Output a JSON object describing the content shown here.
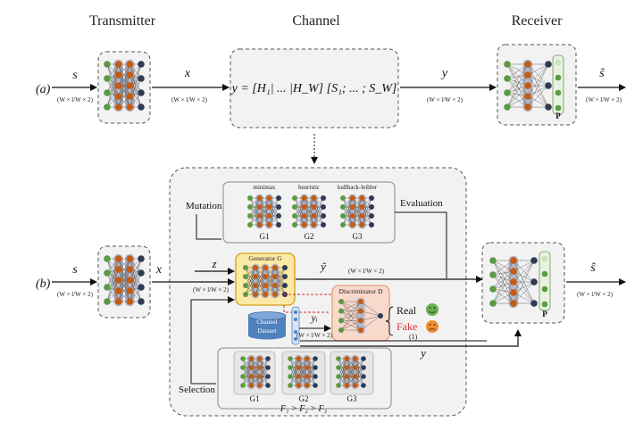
{
  "headers": {
    "transmitter": "Transmitter",
    "channel": "Channel",
    "receiver": "Receiver"
  },
  "row_a": {
    "label": "(a)",
    "input_symbol": "s",
    "input_dim": "(W × l/W × 2)",
    "tx_output_symbol": "x",
    "tx_output_dim": "(W × l/W × 2)",
    "channel_equation": "y = [H₁| ... |H_W] [S₁; ... ; S_W]",
    "channel_output_symbol": "y",
    "channel_output_dim": "(W × l/W × 2)",
    "rx_output_symbol": "ŝ",
    "rx_output_dim": "(W × l/W × 2)",
    "softmax_label": "P"
  },
  "row_b": {
    "label": "(b)",
    "input_symbol": "s",
    "input_dim": "(W × l/W × 2)",
    "tx_output_symbol": "x",
    "noise_symbol": "z",
    "gen_input_dim": "(W × l/W × 2)",
    "generator_label": "Generator G",
    "gen_output_symbol": "ỹ",
    "gen_output_dim": "(W × l/W × 2)",
    "discriminator_label": "Discriminator D",
    "dataset_label_1": "Channel",
    "dataset_label_2": "Dataset",
    "real_sample_symbol": "yᵢ",
    "real_sample_dim": "(W × l/W × 2)",
    "real_label": "Real",
    "fake_label": "Fake",
    "fake_note": "(1)",
    "mutation_label": "Mutation",
    "evaluation_label": "Evaluation",
    "selection_label": "Selection",
    "loss_names": [
      "minimax",
      "heuristic",
      "kullback-leibler"
    ],
    "mutation_children": [
      "G1",
      "G2",
      "G3"
    ],
    "selection_children": [
      "G1",
      "G2",
      "G3"
    ],
    "fitness_order": "F₁ > F₂ > F₃",
    "channel_output_symbol": "y",
    "rx_output_symbol": "ŝ",
    "rx_output_dim": "(W × l/W × 2)",
    "softmax_label": "P"
  },
  "colors": {
    "node_green": "#5a9a43",
    "node_orange": "#c55a11",
    "node_dark": "#2f3b55",
    "network_band": "#b4b8c8",
    "generator_fill": "#fde9a6",
    "generator_stroke": "#d4a017",
    "discriminator_fill": "#f8d9cc",
    "discriminator_stroke": "#e0a080",
    "dataset_blue": "#4f81bd",
    "fake_red": "#e03030",
    "box_fill": "#f2f2f2",
    "box_stroke": "#555555"
  }
}
